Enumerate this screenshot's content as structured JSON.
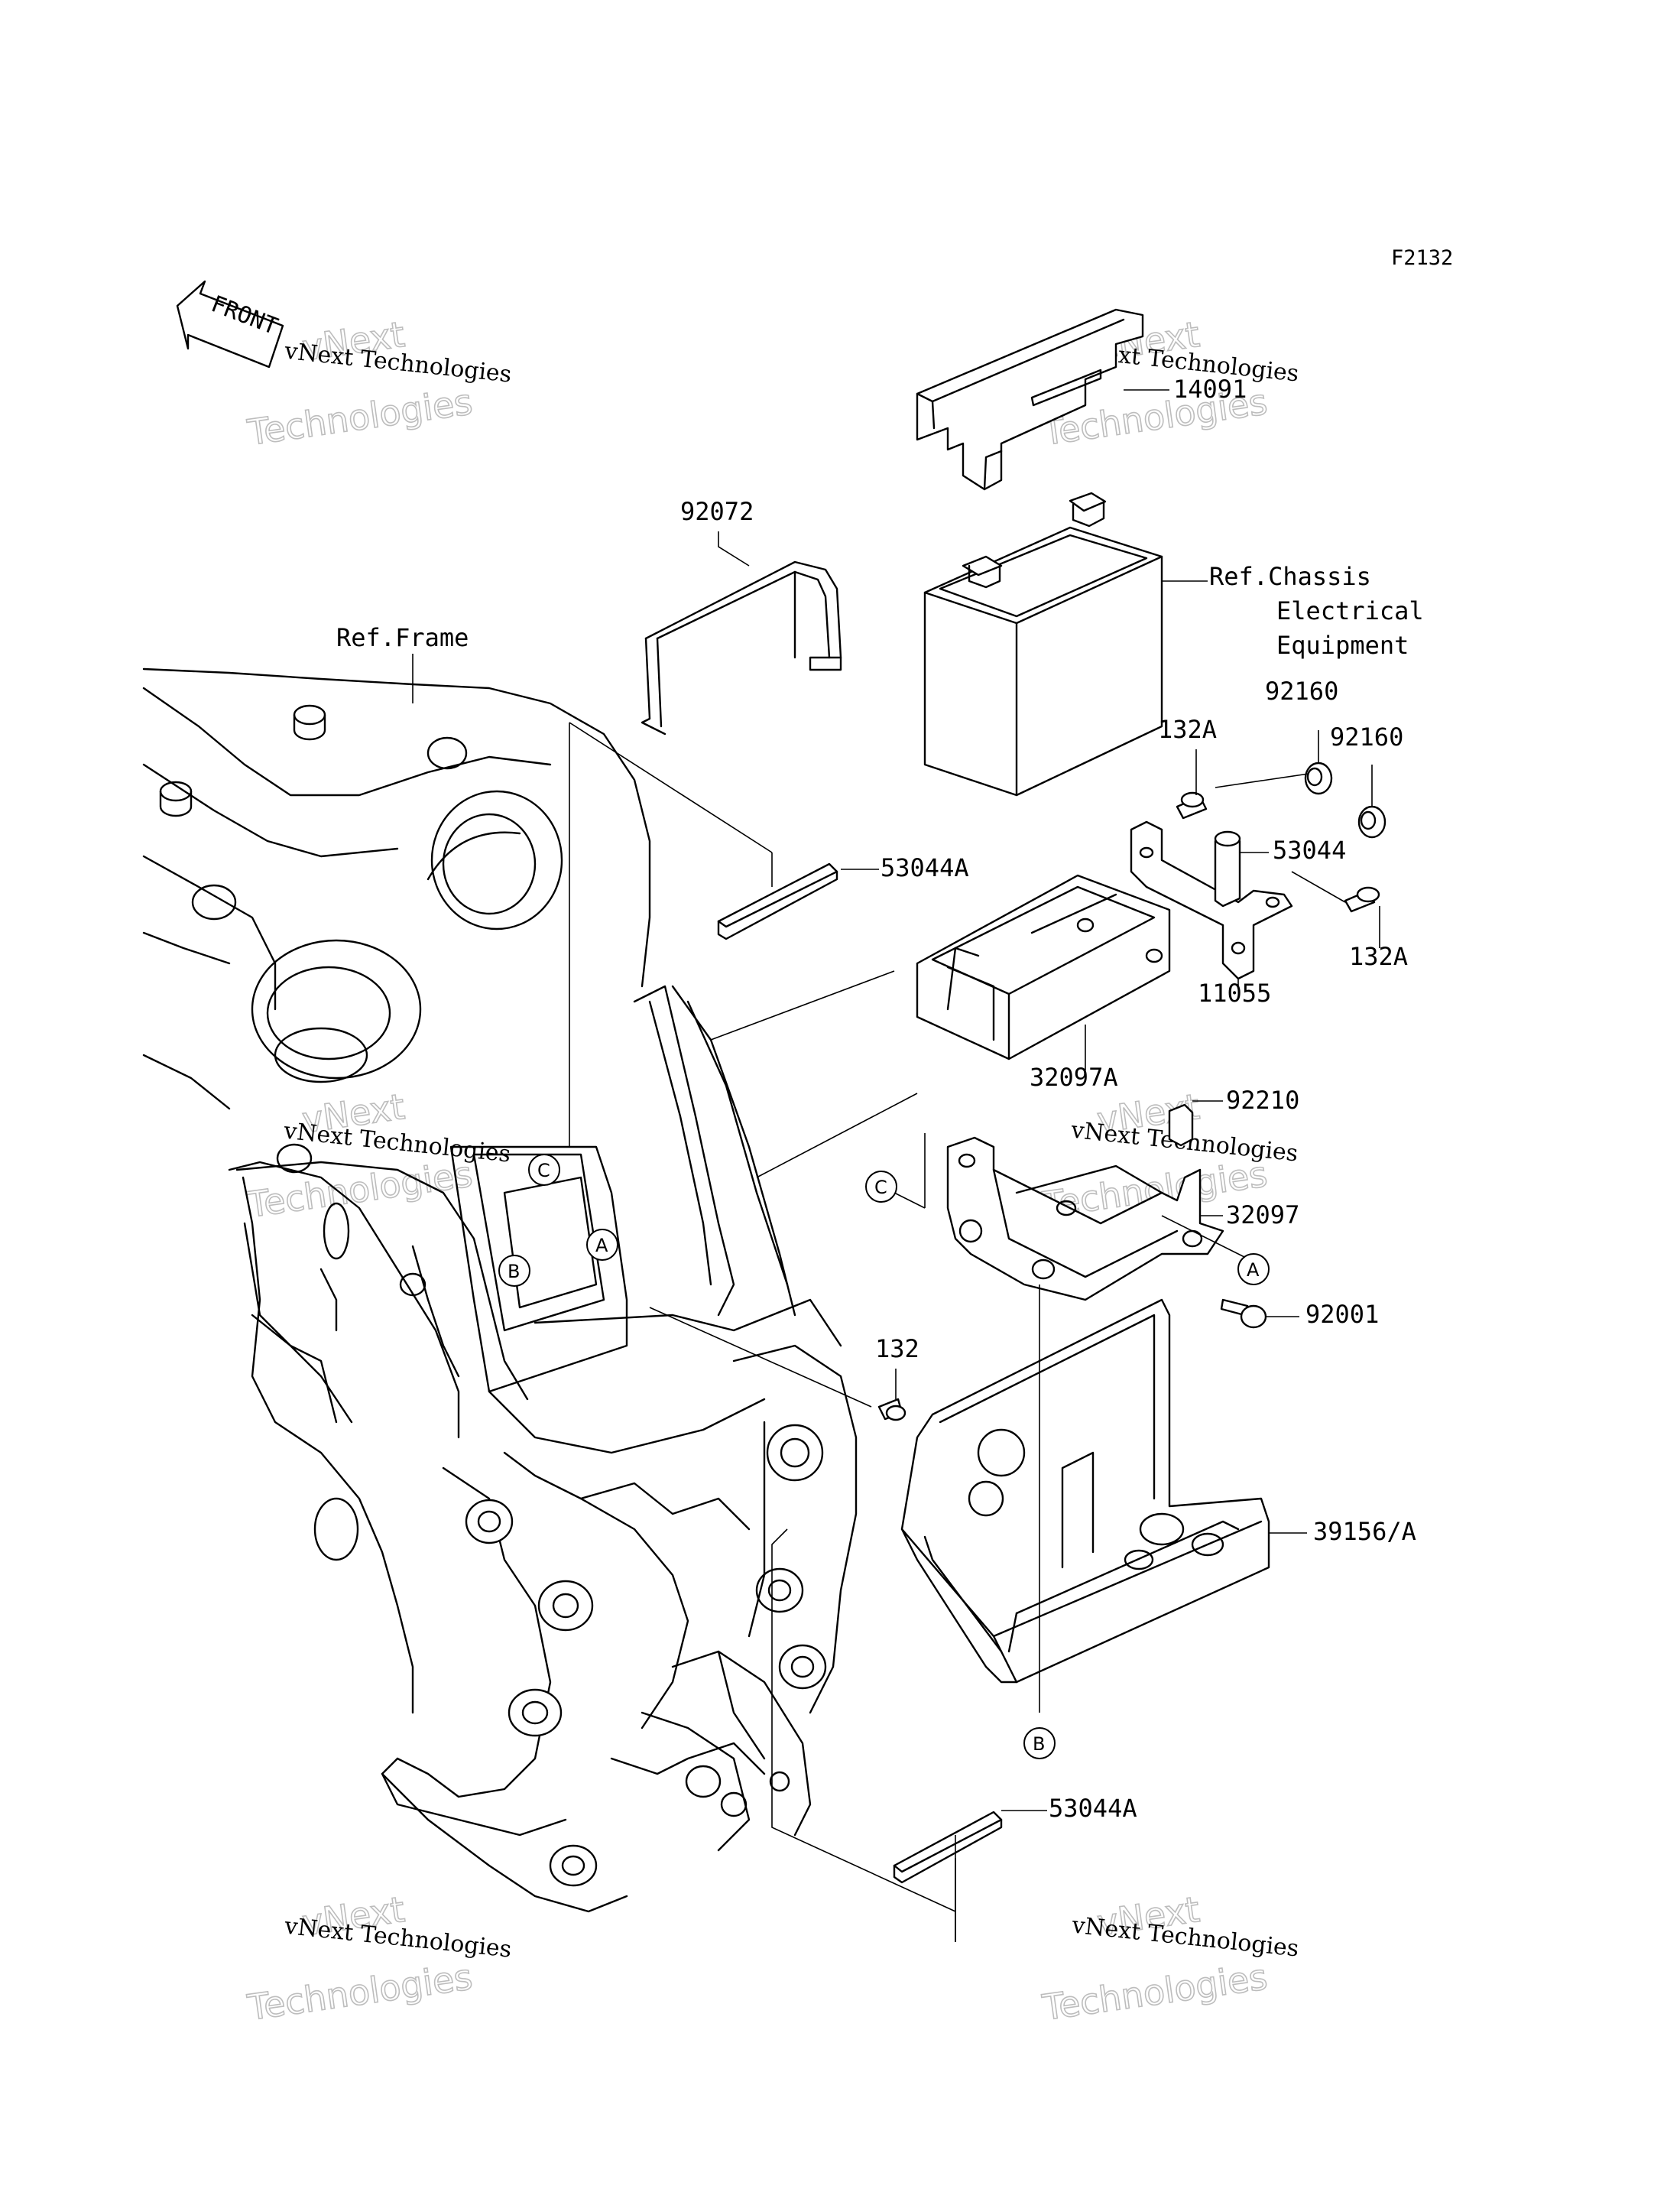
{
  "diagram": {
    "code": "F2132",
    "front_label": "FRONT",
    "watermark": {
      "line1": "vNext Technologies",
      "line2": "vNext",
      "line3": "Technologies"
    },
    "callouts": {
      "c14091": "14091",
      "ref_chassis_1": "Ref.Chassis",
      "ref_chassis_2": "Electrical",
      "ref_chassis_3": "Equipment",
      "c92072": "92072",
      "ref_frame": "Ref.Frame",
      "c92160_a": "92160",
      "c92160_b": "92160",
      "c132A_a": "132A",
      "c132A_b": "132A",
      "c53044A_top": "53044A",
      "c53044": "53044",
      "c11055": "11055",
      "c32097A": "32097A",
      "c92210": "92210",
      "c32097": "32097",
      "c92001": "92001",
      "c132": "132",
      "c39156A": "39156/A",
      "c53044A_bottom": "53044A"
    },
    "markers": {
      "A": "A",
      "B": "B",
      "C": "C"
    }
  }
}
